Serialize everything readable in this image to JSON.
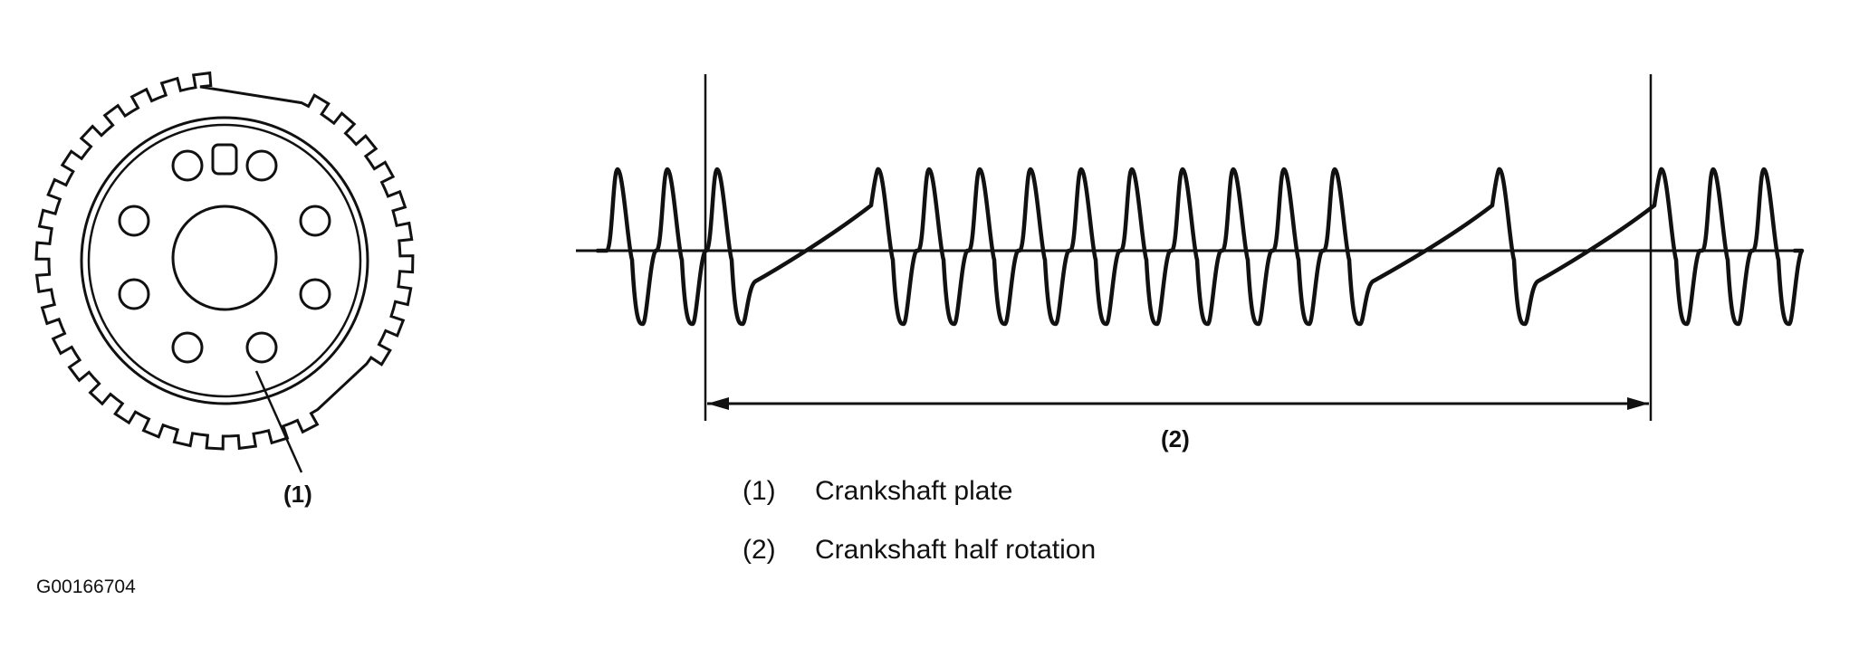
{
  "diagram": {
    "plate_callout": "(1)",
    "rotation_callout": "(2)",
    "legend": [
      {
        "num": "(1)",
        "text": "Crankshaft plate"
      },
      {
        "num": "(2)",
        "text": "Crankshaft half rotation"
      }
    ],
    "figure_code": "G00166704"
  },
  "colors": {
    "ink": "#111111",
    "background": "#ffffff"
  }
}
